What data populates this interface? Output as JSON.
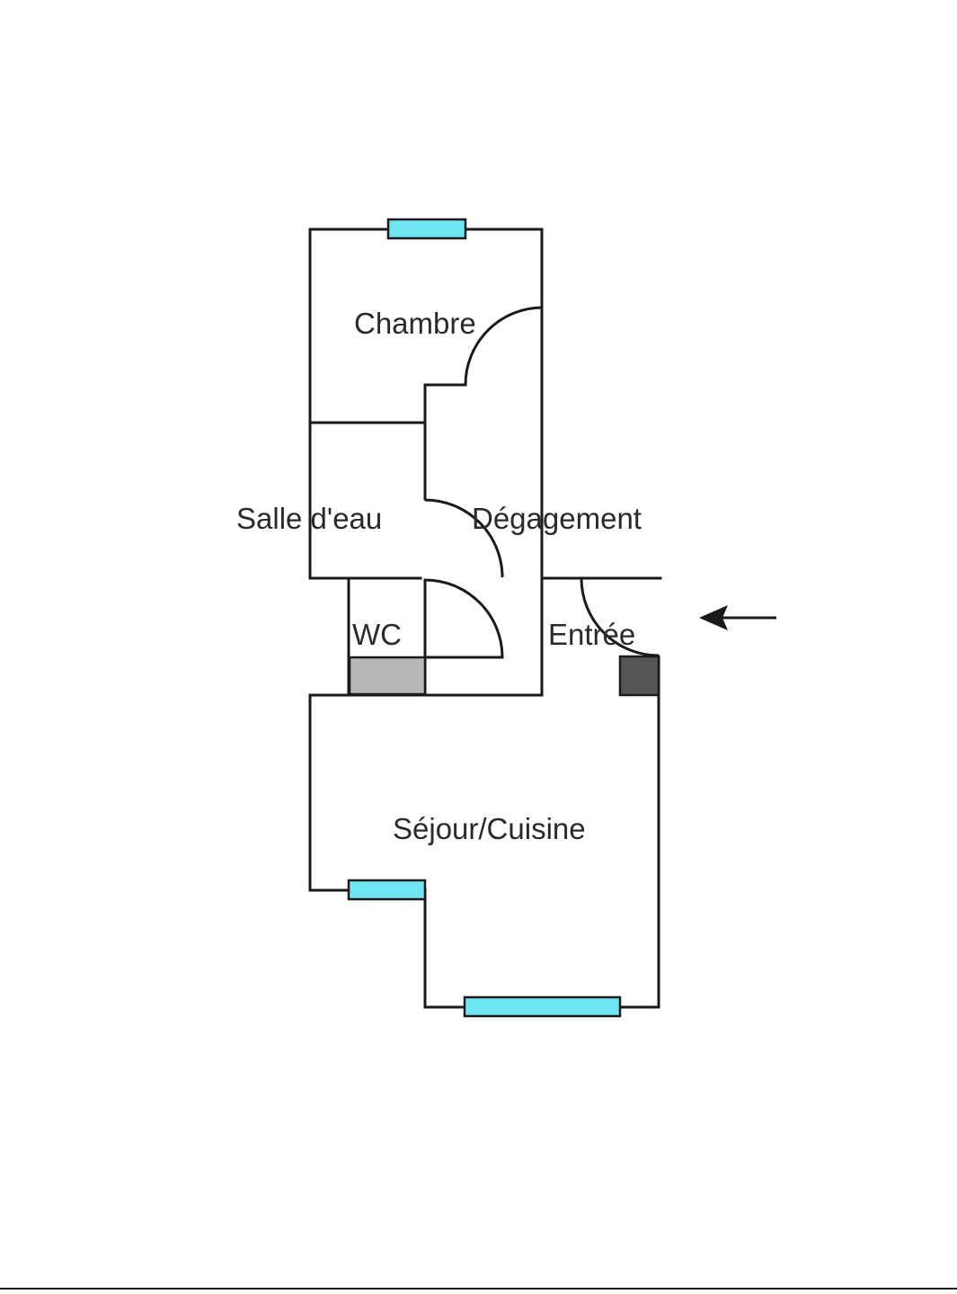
{
  "plan": {
    "colors": {
      "wall": "#1a1a1a",
      "window": "#6fe6f2",
      "wc_fixture": "#b8b8b8",
      "entry_fixture": "#555555",
      "background": "#ffffff"
    },
    "rooms": {
      "chambre": "Chambre",
      "salle_eau": "Salle d'eau",
      "degagement": "Dégagement",
      "wc": "WC",
      "entree": "Entrée",
      "sejour_cuisine": "Séjour/Cuisine"
    },
    "icons": {
      "entrance_arrow": "arrow-left-icon"
    }
  }
}
